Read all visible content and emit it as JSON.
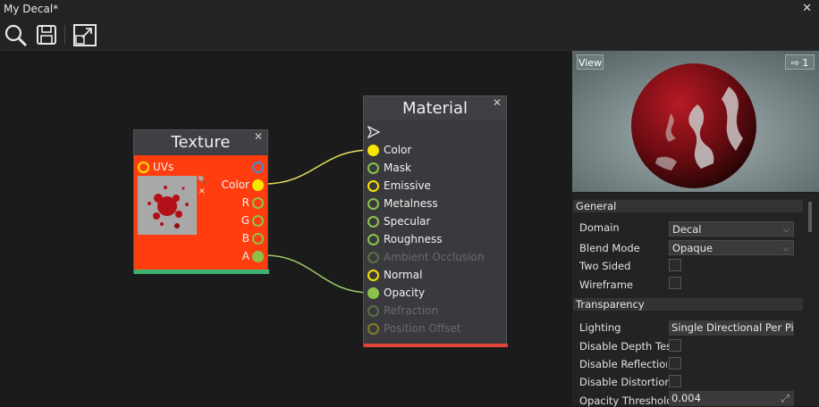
{
  "window": {
    "title": "My Decal*",
    "close": "✕"
  },
  "toolbar": {
    "items": [
      "search-icon",
      "save-icon",
      "fullscreen-icon"
    ]
  },
  "texture_node": {
    "title": "Texture",
    "close": "✕",
    "inputs": [
      {
        "label": "UVs"
      }
    ],
    "outputs": [
      {
        "label": "Color"
      },
      {
        "label": "R"
      },
      {
        "label": "G"
      },
      {
        "label": "B"
      },
      {
        "label": "A"
      }
    ],
    "thumb_actions": [
      "🔍",
      "✕"
    ]
  },
  "material_node": {
    "title": "Material",
    "close": "✕",
    "inputs": [
      {
        "label": "Color",
        "enabled": true,
        "style": "yellow-filled"
      },
      {
        "label": "Mask",
        "enabled": true,
        "style": "green"
      },
      {
        "label": "Emissive",
        "enabled": true,
        "style": "yellow"
      },
      {
        "label": "Metalness",
        "enabled": true,
        "style": "green"
      },
      {
        "label": "Specular",
        "enabled": true,
        "style": "green"
      },
      {
        "label": "Roughness",
        "enabled": true,
        "style": "green"
      },
      {
        "label": "Ambient Occlusion",
        "enabled": false,
        "style": "green"
      },
      {
        "label": "Normal",
        "enabled": true,
        "style": "yellow"
      },
      {
        "label": "Opacity",
        "enabled": true,
        "style": "green-filled"
      },
      {
        "label": "Refraction",
        "enabled": false,
        "style": "green"
      },
      {
        "label": "Position Offset",
        "enabled": false,
        "style": "yellow"
      }
    ]
  },
  "preview": {
    "view_button": "View",
    "counter_button": "⇨ 1"
  },
  "properties": {
    "general_header": "General",
    "domain_label": "Domain",
    "domain_value": "Decal",
    "blend_label": "Blend Mode",
    "blend_value": "Opaque",
    "two_sided_label": "Two Sided",
    "wireframe_label": "Wireframe",
    "transparency_header": "Transparency",
    "lighting_label": "Lighting",
    "lighting_value": "Single Directional Per Pixel",
    "depth_label": "Disable Depth Test",
    "reflections_label": "Disable Reflections",
    "distortion_label": "Disable Distortion",
    "opacity_label": "Opacity Threshold",
    "opacity_value": "0.004"
  },
  "colors": {
    "yellow": "#f7e400",
    "green": "#8bc34a",
    "blue": "#3a8fd8",
    "texture_body": "#ff3d0f",
    "wire_yellow": "#e8e05a",
    "wire_green": "#9ccc65"
  }
}
